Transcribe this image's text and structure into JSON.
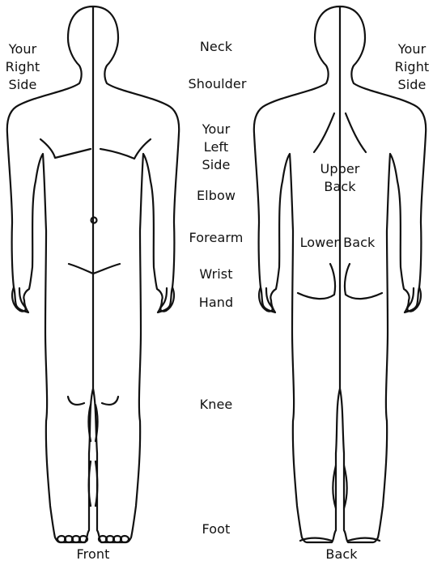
{
  "labels": {
    "your_right_side_left": [
      "Your",
      "Right",
      "Side"
    ],
    "your_right_side_right": [
      "Your",
      "Right",
      "Side"
    ],
    "neck": "Neck",
    "shoulder": "Shoulder",
    "your_left_side": [
      "Your",
      "Left",
      "Side"
    ],
    "elbow": "Elbow",
    "forearm": "Forearm",
    "wrist": "Wrist",
    "hand": "Hand",
    "knee": "Knee",
    "foot": "Foot",
    "upper_back": [
      "Upper",
      "Back"
    ],
    "lower_back": "Lower Back",
    "front": "Front",
    "back": "Back"
  },
  "colors": {
    "line": "#111111",
    "background": "#ffffff"
  }
}
